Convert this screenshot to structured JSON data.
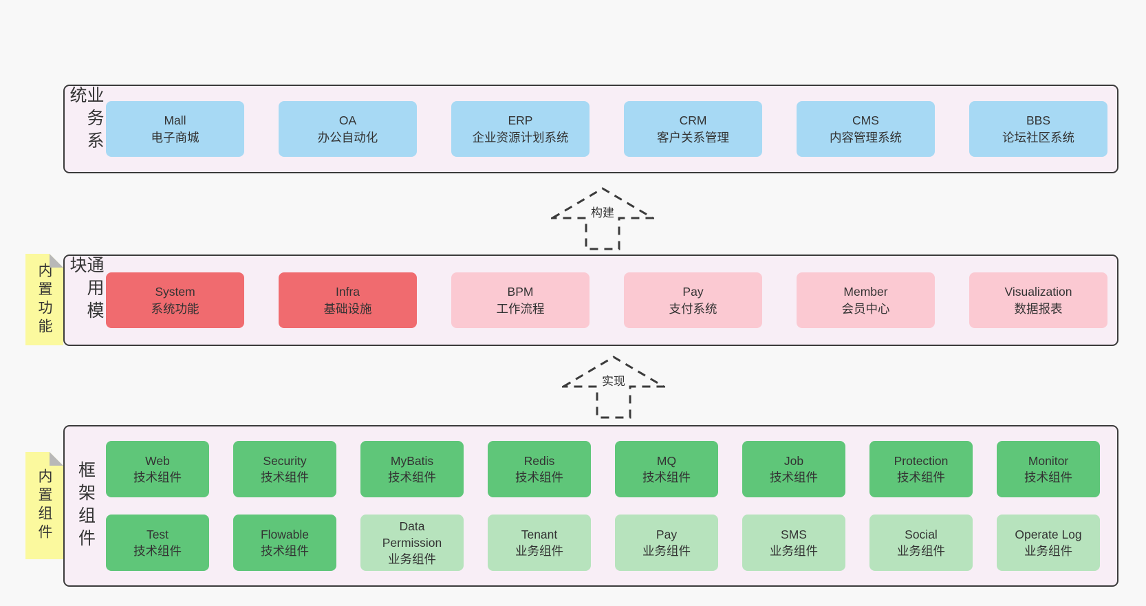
{
  "colors": {
    "page_background": "#f8f8f8",
    "layer_background": "#f8eef6",
    "layer_border": "#3b3b3b",
    "box_blue": "#a7d9f4",
    "box_red": "#f06b6f",
    "box_pink": "#fbc9d2",
    "box_green": "#5fc679",
    "box_light_green": "#b7e3bd",
    "note_yellow": "#fbf99e",
    "note_fold_gray": "#b8b8b8",
    "text": "#333333"
  },
  "arrows": [
    {
      "label": "构建"
    },
    {
      "label": "实现"
    }
  ],
  "layers": [
    {
      "id": "business-systems",
      "side_label": "业务系统",
      "boxes": [
        {
          "name": "Mall",
          "desc": "电子商城"
        },
        {
          "name": "OA",
          "desc": "办公自动化"
        },
        {
          "name": "ERP",
          "desc": "企业资源计划系统"
        },
        {
          "name": "CRM",
          "desc": "客户关系管理"
        },
        {
          "name": "CMS",
          "desc": "内容管理系统"
        },
        {
          "name": "BBS",
          "desc": "论坛社区系统"
        }
      ]
    },
    {
      "id": "common-modules",
      "side_label": "通用模块",
      "note": "内置功能",
      "boxes": [
        {
          "name": "System",
          "desc": "系统功能"
        },
        {
          "name": "Infra",
          "desc": "基础设施"
        },
        {
          "name": "BPM",
          "desc": "工作流程"
        },
        {
          "name": "Pay",
          "desc": "支付系统"
        },
        {
          "name": "Member",
          "desc": "会员中心"
        },
        {
          "name": "Visualization",
          "desc": "数据报表"
        }
      ]
    },
    {
      "id": "framework-components",
      "side_label": "框架组件",
      "note": "内置组件",
      "row1": [
        {
          "name": "Web",
          "desc": "技术组件"
        },
        {
          "name": "Security",
          "desc": "技术组件"
        },
        {
          "name": "MyBatis",
          "desc": "技术组件"
        },
        {
          "name": "Redis",
          "desc": "技术组件"
        },
        {
          "name": "MQ",
          "desc": "技术组件"
        },
        {
          "name": "Job",
          "desc": "技术组件"
        },
        {
          "name": "Protection",
          "desc": "技术组件"
        },
        {
          "name": "Monitor",
          "desc": "技术组件"
        }
      ],
      "row2": [
        {
          "name": "Test",
          "desc": "技术组件"
        },
        {
          "name": "Flowable",
          "desc": "技术组件"
        },
        {
          "name": "Data Permission",
          "desc": "业务组件"
        },
        {
          "name": "Tenant",
          "desc": "业务组件"
        },
        {
          "name": "Pay",
          "desc": "业务组件"
        },
        {
          "name": "SMS",
          "desc": "业务组件"
        },
        {
          "name": "Social",
          "desc": "业务组件"
        },
        {
          "name": "Operate Log",
          "desc": "业务组件"
        }
      ]
    }
  ]
}
